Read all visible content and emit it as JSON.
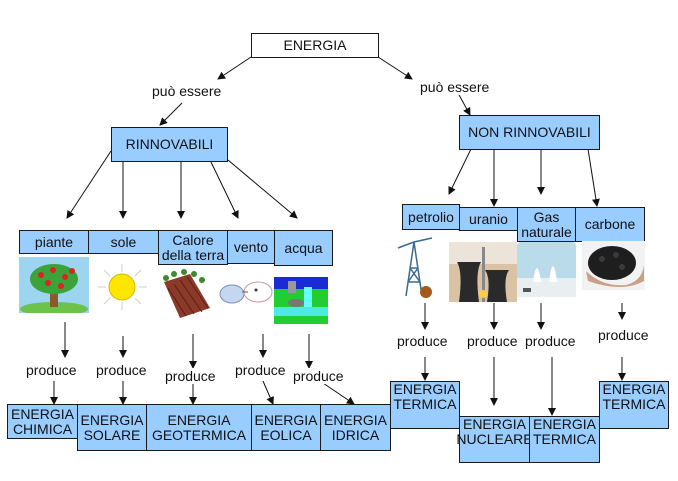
{
  "root": {
    "label": "ENERGIA"
  },
  "relations": {
    "left": "può essere",
    "right": "può essere"
  },
  "renewable": {
    "label": "RINNOVABILI",
    "sources": [
      {
        "label": "piante",
        "icon": "tree-icon",
        "verb": "produce",
        "output": [
          "ENERGIA",
          "CHIMICA"
        ]
      },
      {
        "label": "sole",
        "icon": "sun-icon",
        "verb": "produce",
        "output": [
          "ENERGIA",
          "SOLARE"
        ]
      },
      {
        "label": "Calore della terra",
        "icon": "earth-field-icon",
        "verb": "produce",
        "output": [
          "ENERGIA",
          "GEOTERMICA"
        ]
      },
      {
        "label": "vento",
        "icon": "wind-cloud-icon",
        "verb": "produce",
        "output": [
          "ENERGIA",
          "EOLICA"
        ]
      },
      {
        "label": "acqua",
        "icon": "waterfall-icon",
        "verb": "produce",
        "output": [
          "ENERGIA",
          "IDRICA"
        ]
      }
    ]
  },
  "non_renewable": {
    "label": "NON RINNOVABILI",
    "sources": [
      {
        "label": "petrolio",
        "icon": "oil-derrick-icon",
        "verb": "produce",
        "output": [
          "ENERGIA",
          "TERMICA"
        ]
      },
      {
        "label": "uranio",
        "icon": "cooling-tower-icon",
        "verb": "produce",
        "output": [
          "ENERGIA",
          "NUCLEARE"
        ]
      },
      {
        "label": "Gas naturale",
        "icon": "gas-geyser-icon",
        "verb": "produce",
        "output": [
          "ENERGIA",
          "TERMICA"
        ]
      },
      {
        "label": "carbone",
        "icon": "coal-hands-icon",
        "verb": "produce",
        "output": [
          "ENERGIA",
          "TERMICA"
        ]
      }
    ]
  },
  "colors": {
    "box_fill": "#99ccff",
    "border": "#1a1a1a",
    "background": "#ffffff"
  }
}
